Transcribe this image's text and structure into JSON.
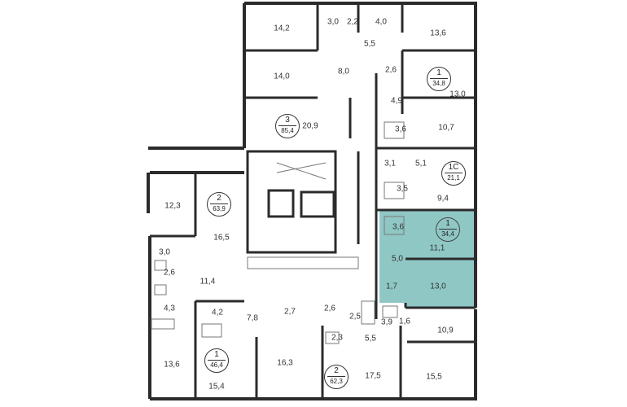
{
  "colors": {
    "wall": "#2b2b2b",
    "highlight": "#8fc7c5",
    "thin": "#777777"
  },
  "apartments": [
    {
      "id": "apt-1-top",
      "number": "1",
      "area": "34,8"
    },
    {
      "id": "apt-3",
      "number": "3",
      "area": "85,4"
    },
    {
      "id": "apt-1c",
      "number": "1С",
      "area": "21,1"
    },
    {
      "id": "apt-2-left",
      "number": "2",
      "area": "63,9"
    },
    {
      "id": "apt-1-sel",
      "number": "1",
      "area": "34,4"
    },
    {
      "id": "apt-1-bot",
      "number": "1",
      "area": "46,4"
    },
    {
      "id": "apt-2-bot",
      "number": "2",
      "area": "62,3"
    }
  ],
  "rooms": [
    "14,2",
    "3,0",
    "2,2",
    "4,0",
    "13,6",
    "5,5",
    "14,0",
    "8,0",
    "2,6",
    "13,0",
    "4,9",
    "20,9",
    "3,6",
    "10,7",
    "3,1",
    "5,1",
    "9,4",
    "3,5",
    "12,3",
    "16,5",
    "3,6",
    "11,1",
    "3,0",
    "2,6",
    "5,0",
    "11,4",
    "1,7",
    "13,0",
    "4,3",
    "4,2",
    "7,8",
    "2,7",
    "2,6",
    "2,5",
    "1,6",
    "3,9",
    "10,9",
    "2,3",
    "5,5",
    "13,6",
    "16,3",
    "17,5",
    "15,5",
    "15,4"
  ]
}
